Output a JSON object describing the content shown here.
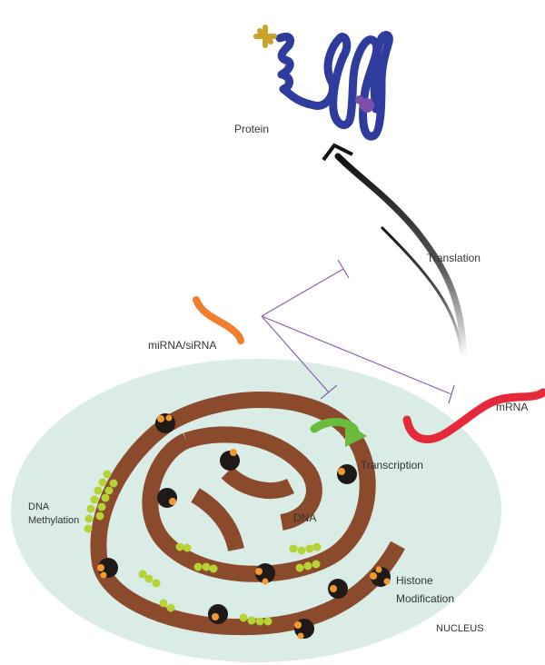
{
  "labels": {
    "protein": "Protein",
    "translation": "Translation",
    "mirna": "miRNA/siRNA",
    "mrna": "mRNA",
    "transcription": "Transcription",
    "dna": "DNA",
    "dna_methylation_line1": "DNA",
    "dna_methylation_line2": "Methylation",
    "histone_line1": "Histone",
    "histone_line2": "Modification",
    "nucleus": "NUCLEUS"
  },
  "colors": {
    "nucleus_fill": "#d9ece6",
    "dna_strand": "#8b4a2b",
    "methyl_group": "#b5d334",
    "histone": "#1f1a17",
    "histone_mark": "#f29a2e",
    "protein_chain": "#2e3c9e",
    "protein_tag_gold": "#c9a227",
    "protein_tag_purple": "#7e4fa8",
    "mirna": "#ef7f2e",
    "mrna": "#e5283a",
    "transcription_arrow": "#6cbb3c",
    "inhibition_lines": "#8a5fb0",
    "translation_arrow": "#111111"
  },
  "icons": {
    "protein": "folded-protein-icon",
    "mirna": "mirna-strand-icon",
    "mrna": "mrna-strand-icon",
    "translation": "translation-arrow-icon",
    "transcription": "transcription-arrow-icon",
    "histone": "histone-icon",
    "methylation": "methyl-group-icon"
  }
}
